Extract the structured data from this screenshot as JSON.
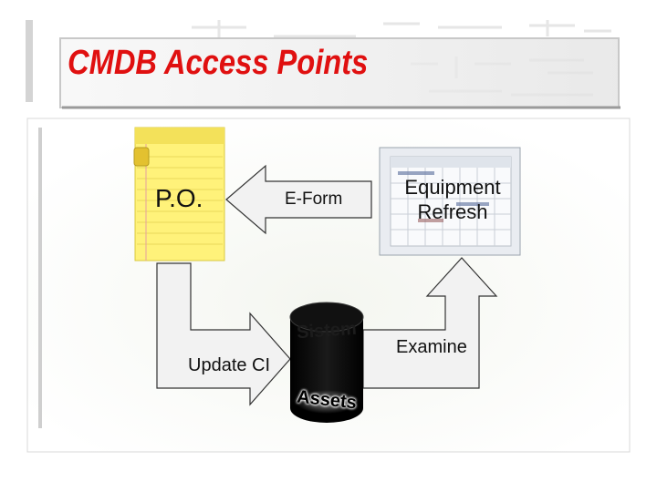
{
  "title": "CMDB Access Points",
  "nodes": {
    "po": "P.O.",
    "equipment_refresh_line1": "Equipment",
    "equipment_refresh_line2": "Refresh",
    "database_top": "Sistem",
    "database_bottom": "Assets"
  },
  "edges": {
    "eform": "E-Form",
    "update_ci": "Update CI",
    "examine": "Examine"
  },
  "colors": {
    "title": "#e01010",
    "arrow_fill": "#f2f2f2",
    "arrow_stroke": "#333333",
    "notepad": "#fff27a",
    "database": "#000000"
  }
}
